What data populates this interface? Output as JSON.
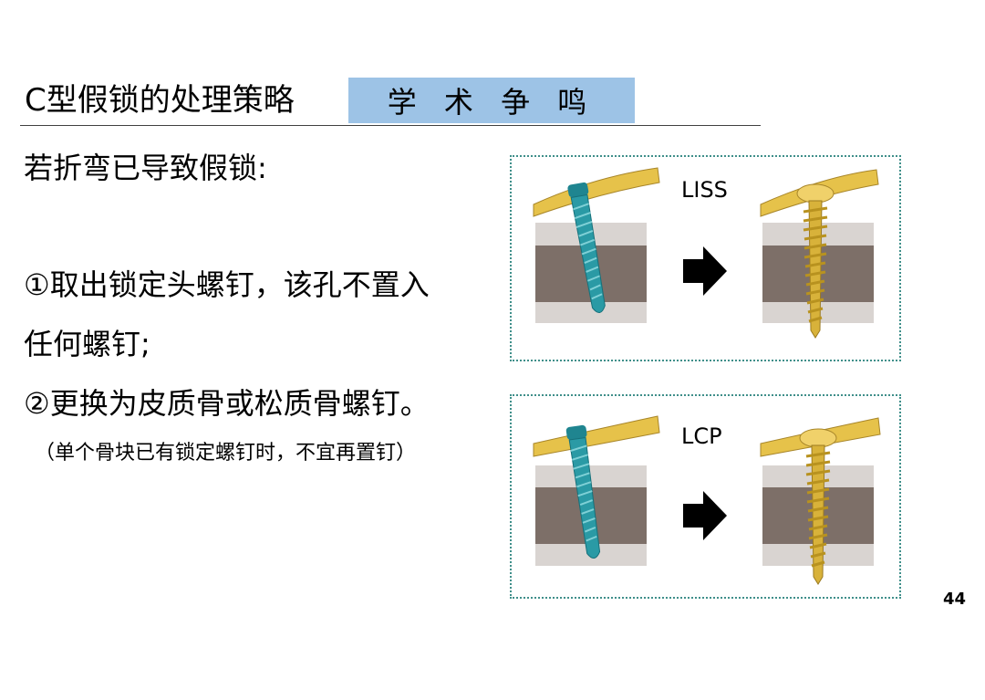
{
  "slide": {
    "title": "C型假锁的处理策略",
    "tag": "学 术 争 鸣",
    "lead": "若折弯已导致假锁:",
    "item1_line1": "①取出锁定头螺钉，该孔不置入",
    "item1_line2": "任何螺钉;",
    "item2": "②更换为皮质骨或松质骨螺钉。",
    "note": "（单个骨块已有锁定螺钉时，不宜再置钉）",
    "page_number": "44"
  },
  "figures": {
    "top": {
      "label": "LISS"
    },
    "bottom": {
      "label": "LCP"
    }
  },
  "colors": {
    "tag_bg": "#9dc3e6",
    "plate_gold": "#e6c24a",
    "locking_screw_teal": "#2a9aa5",
    "cortex_gray": "#d9d4d1",
    "marrow_brown": "#7d6f68",
    "panel_border": "#3f8f8a"
  }
}
